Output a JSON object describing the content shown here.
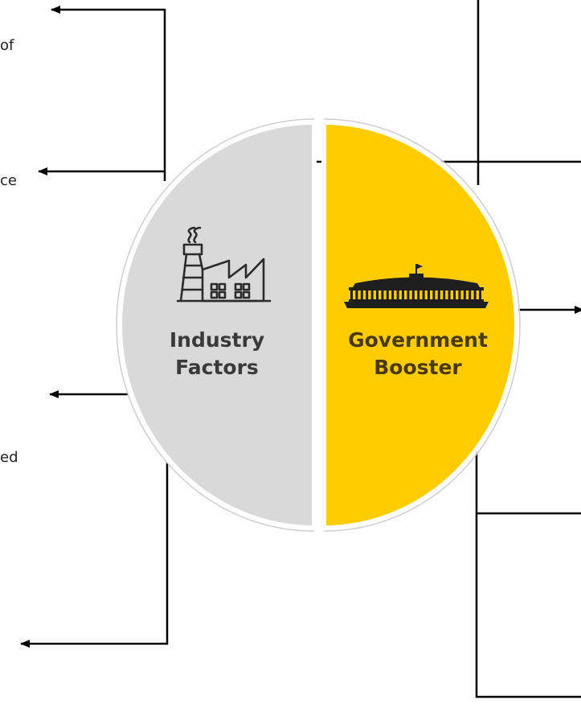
{
  "colors": {
    "left_half": "#d9d9d9",
    "right_half": "#ffcc00",
    "outline": "#ffffff",
    "ring": "#cfcfcf",
    "connector": "#000000",
    "text": "#222222"
  },
  "edge_text": {
    "left": [
      "of",
      "ce",
      "ed"
    ]
  },
  "halves": {
    "left": {
      "icon": "factory-icon",
      "line1": "Industry",
      "line2": "Factors",
      "text_color": "#3a3a3a"
    },
    "right": {
      "icon": "parliament-icon",
      "line1": "Government",
      "line2": "Booster",
      "text_color": "#4a3a00"
    }
  }
}
